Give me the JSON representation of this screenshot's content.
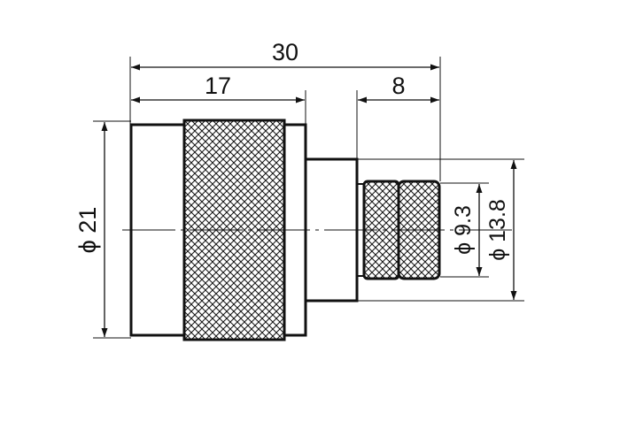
{
  "drawing": {
    "dimensions": {
      "overall_length": "30",
      "nut_length": "17",
      "tip_length": "8",
      "body_diameter": "ϕ 21",
      "knurl_diameter": "ϕ 9.3",
      "shoulder_diameter": "ϕ 13.8"
    },
    "colors": {
      "line": "#111111",
      "background": "#ffffff"
    }
  }
}
